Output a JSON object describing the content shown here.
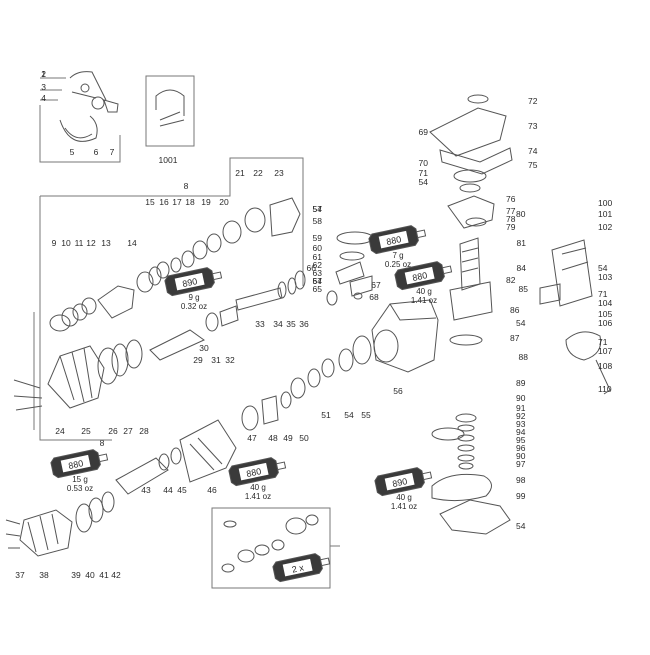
{
  "callouts": [
    "1",
    "2",
    "3",
    "4",
    "5",
    "6",
    "7",
    "1001",
    "8",
    "9",
    "10",
    "11",
    "12",
    "13",
    "14",
    "15",
    "16",
    "17",
    "18",
    "19",
    "20",
    "21",
    "22",
    "23",
    "24",
    "25",
    "26",
    "27",
    "28",
    "29",
    "30",
    "31",
    "32",
    "33",
    "34",
    "35",
    "36",
    "37",
    "38",
    "39",
    "40",
    "41",
    "42",
    "43",
    "44",
    "45",
    "46",
    "47",
    "48",
    "49",
    "50",
    "51",
    "54",
    "55",
    "56",
    "57",
    "58",
    "59",
    "60",
    "61",
    "62",
    "63",
    "64",
    "65",
    "66",
    "67",
    "68",
    "69",
    "70",
    "71",
    "72",
    "73",
    "74",
    "75",
    "76",
    "77",
    "78",
    "79",
    "80",
    "81",
    "82",
    "84",
    "85",
    "86",
    "87",
    "88",
    "89",
    "90",
    "91",
    "92",
    "93",
    "94",
    "95",
    "96",
    "97",
    "98",
    "99",
    "100",
    "101",
    "102",
    "103",
    "104",
    "105",
    "106",
    "107",
    "108",
    "110"
  ],
  "tubes": [
    {
      "code": "890",
      "weight": "9 g",
      "imperial": "0.32 oz"
    },
    {
      "code": "880",
      "weight": "7 g",
      "imperial": "0.25 oz"
    },
    {
      "code": "880",
      "weight": "40 g",
      "imperial": "1.41 oz"
    },
    {
      "code": "880",
      "weight": "15 g",
      "imperial": "0.53 oz"
    },
    {
      "code": "880",
      "weight": "40 g",
      "imperial": "1.41 oz"
    },
    {
      "code": "890",
      "weight": "40 g",
      "imperial": "1.41 oz"
    },
    {
      "code": "2 x",
      "weight": "",
      "imperial": ""
    }
  ],
  "colors": {
    "ink": "#2a2a2a",
    "line": "#555555",
    "part": "#8a8a8a",
    "tube": "#3a3a3a"
  }
}
